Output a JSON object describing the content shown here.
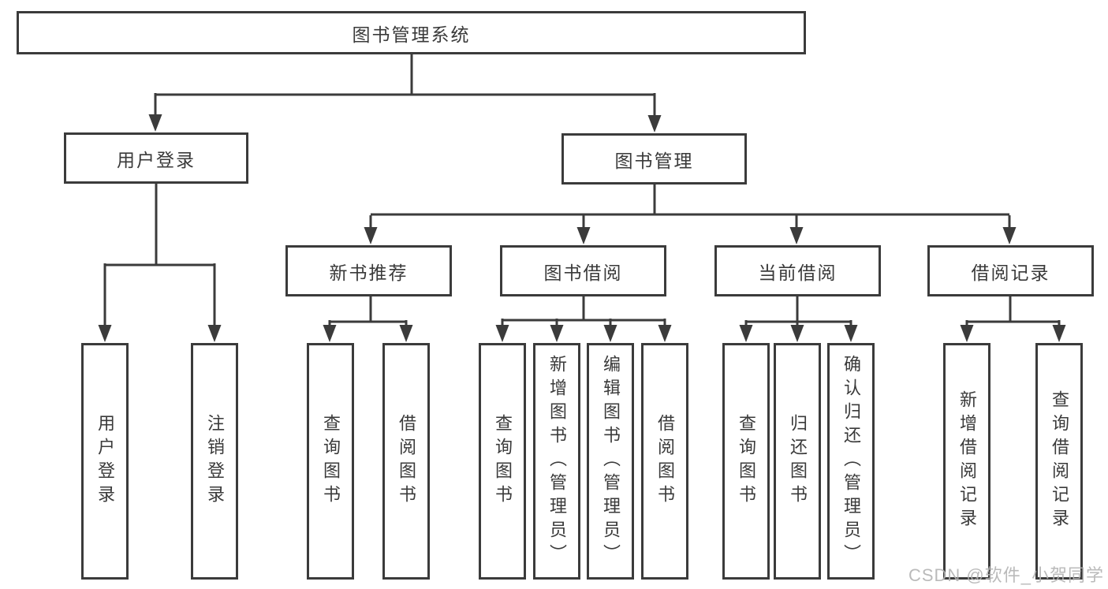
{
  "diagram": {
    "root": {
      "label": "图书管理系统"
    },
    "branches": [
      {
        "label": "用户登录",
        "children": [
          {
            "label": "用户登录"
          },
          {
            "label": "注销登录"
          }
        ]
      },
      {
        "label": "图书管理",
        "children": [
          {
            "label": "新书推荐",
            "children": [
              {
                "label": "查询图书"
              },
              {
                "label": "借阅图书"
              }
            ]
          },
          {
            "label": "图书借阅",
            "children": [
              {
                "label": "查询图书"
              },
              {
                "label": "新增图书（管理员）"
              },
              {
                "label": "编辑图书（管理员）"
              },
              {
                "label": "借阅图书"
              }
            ]
          },
          {
            "label": "当前借阅",
            "children": [
              {
                "label": "查询图书"
              },
              {
                "label": "归还图书"
              },
              {
                "label": "确认归还（管理员）"
              }
            ]
          },
          {
            "label": "借阅记录",
            "children": [
              {
                "label": "新增借阅记录"
              },
              {
                "label": "查询借阅记录"
              }
            ]
          }
        ]
      }
    ]
  },
  "watermark": {
    "text": "CSDN @软件_小贺同学"
  },
  "colors": {
    "line": "#3b3b3b",
    "text": "#3a3a3a",
    "background": "#ffffff",
    "watermark": "#b3b3b3"
  }
}
